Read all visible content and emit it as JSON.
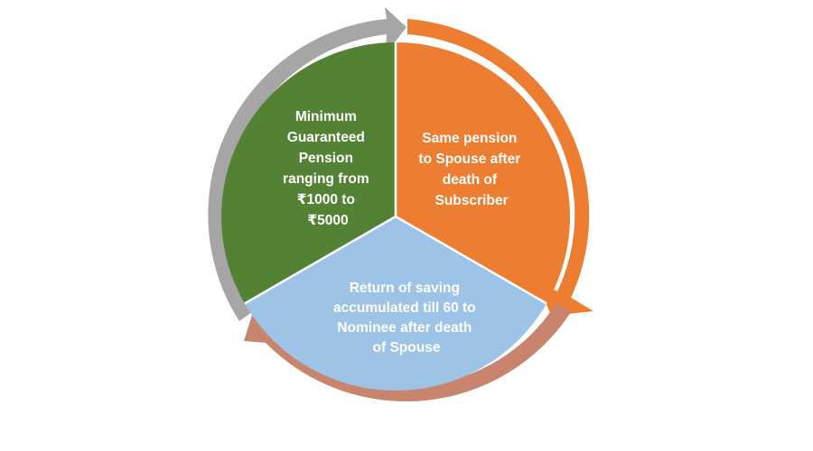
{
  "segments": [
    {
      "id": "pension",
      "color": "#ed7d31",
      "lines": [
        "Same pension",
        "to Spouse after",
        "death of",
        "Subscriber"
      ]
    },
    {
      "id": "return",
      "color": "#9dc3e6",
      "lines": [
        "Return of saving",
        "accumulated till 60 to",
        "Nominee after death",
        "of Spouse"
      ]
    },
    {
      "id": "minimum",
      "color": "#548235",
      "lines": [
        "Minimum",
        "Guaranteed",
        "Pension",
        "ranging from",
        "₹1000 to",
        "₹5000"
      ]
    }
  ],
  "arrows": {
    "orange": "#ed7d31",
    "salmon": "#c9846e",
    "gray": "#a6a6a6"
  }
}
